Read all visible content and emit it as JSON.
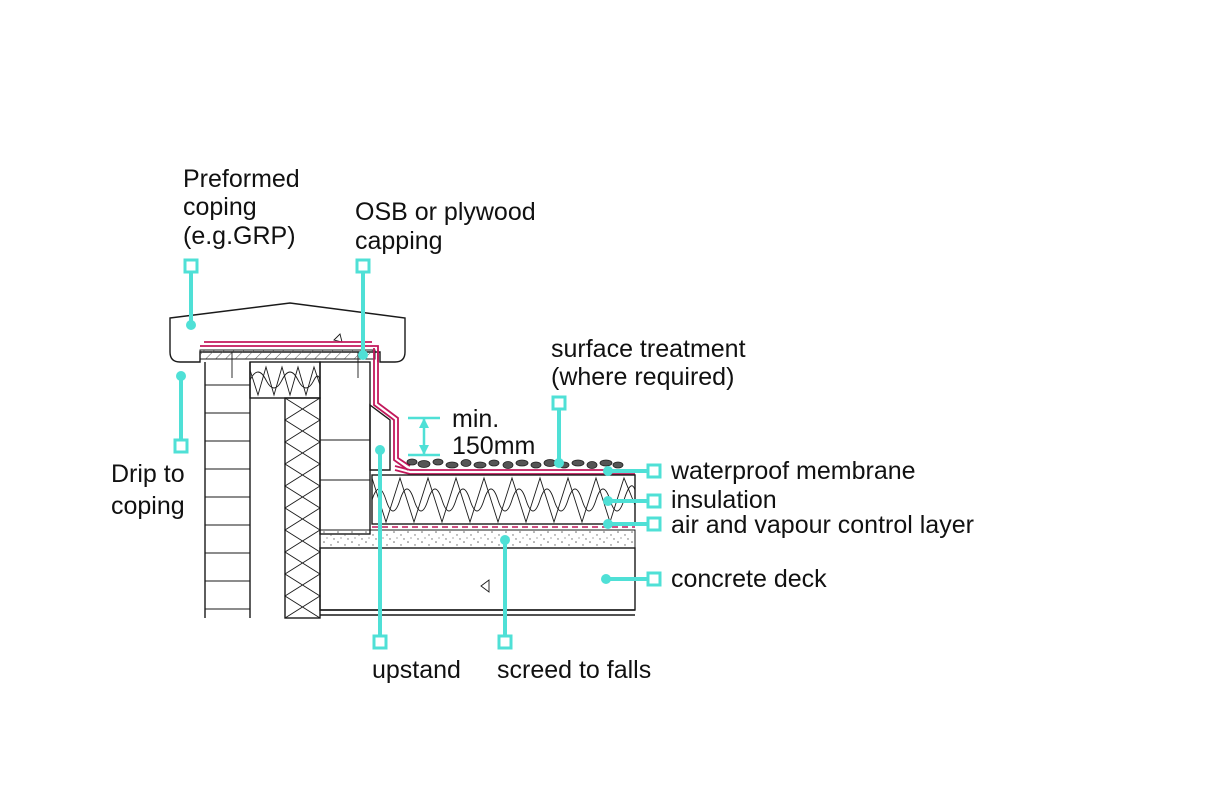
{
  "labels": {
    "preformed_coping": [
      "Preformed",
      "coping",
      "(e.g.GRP)"
    ],
    "osb_capping": [
      "OSB or plywood",
      "capping"
    ],
    "surface_treatment": [
      "surface treatment",
      "(where required)"
    ],
    "min_height": [
      "min.",
      "150mm"
    ],
    "waterproof_membrane": "waterproof membrane",
    "insulation": "insulation",
    "avcl": "air and vapour control layer",
    "concrete_deck": "concrete deck",
    "drip": [
      "Drip to",
      "coping"
    ],
    "upstand": "upstand",
    "screed": "screed to falls"
  },
  "colors": {
    "leader": "#4fe0d6",
    "membrane": "#c2185b",
    "linework": "#1a1a1a"
  }
}
